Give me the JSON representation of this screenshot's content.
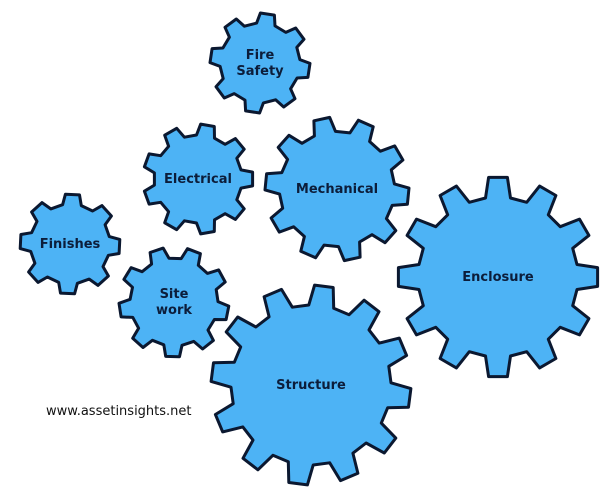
{
  "diagram": {
    "gear_fill": "#4db3f5",
    "gear_stroke": "#0b1830",
    "gears": [
      {
        "id": "fire-safety",
        "lines": [
          "Fire",
          "Safety"
        ]
      },
      {
        "id": "electrical",
        "lines": [
          "Electrical"
        ]
      },
      {
        "id": "mechanical",
        "lines": [
          "Mechanical"
        ]
      },
      {
        "id": "finishes",
        "lines": [
          "Finishes"
        ]
      },
      {
        "id": "site-work",
        "lines": [
          "Site",
          "work"
        ]
      },
      {
        "id": "enclosure",
        "lines": [
          "Enclosure"
        ]
      },
      {
        "id": "structure",
        "lines": [
          "Structure"
        ]
      }
    ],
    "footer_url": "www.assetinsights.net"
  }
}
